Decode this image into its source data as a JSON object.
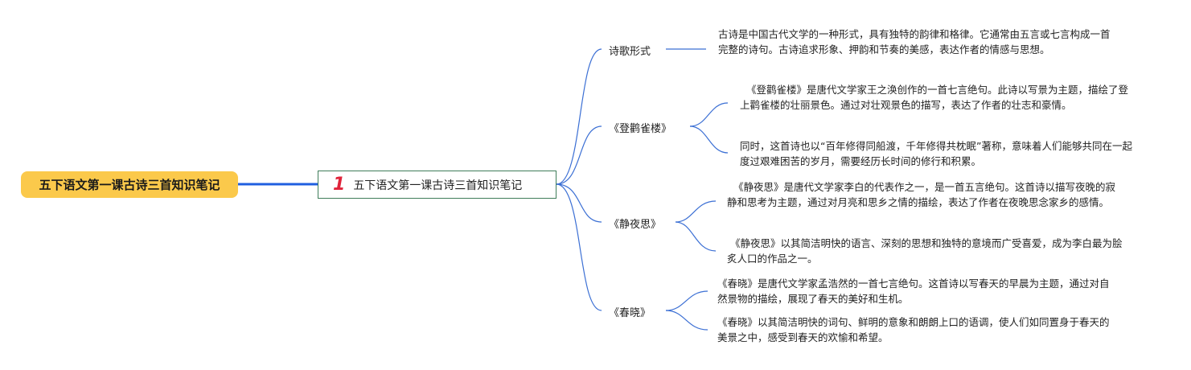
{
  "root": {
    "label": "五下语文第一课古诗三首知识笔记"
  },
  "main": {
    "number": "1",
    "label": "五下语文第一课古诗三首知识笔记"
  },
  "branches": [
    {
      "label": "诗歌形式"
    },
    {
      "label": "《登鹳雀楼》"
    },
    {
      "label": "《静夜思》"
    },
    {
      "label": "《春晓》"
    }
  ],
  "leaves": [
    "古诗是中国古代文学的一种形式，具有独特的韵律和格律。它通常由五言或七言构成一首完整的诗句。古诗追求形象、押韵和节奏的美感，表达作者的情感与思想。",
    "《登鹳雀楼》是唐代文学家王之涣创作的一首七言绝句。此诗以写景为主题，描绘了登上鹳雀楼的壮丽景色。通过对壮观景色的描写，表达了作者的壮志和豪情。",
    "同时，这首诗也以“百年修得同船渡，千年修得共枕眠”著称，意味着人们能够共同在一起度过艰难困苦的岁月，需要经历长时间的修行和积累。",
    "《静夜思》是唐代文学家李白的代表作之一，是一首五言绝句。这首诗以描写夜晚的寂静和思考为主题，通过对月亮和思乡之情的描绘，表达了作者在夜晚思念家乡的感情。",
    "《静夜思》以其简洁明快的语言、深刻的思想和独特的意境而广受喜爱，成为李白最为脍炙人口的作品之一。",
    "《春晓》是唐代文学家孟浩然的一首七言绝句。这首诗以写春天的早晨为主题，通过对自然景物的描绘，展现了春天的美好和生机。",
    "《春晓》以其简洁明快的词句、鲜明的意象和朗朗上口的语调，使人们如同置身于春天的美景之中，感受到春天的欢愉和希望。"
  ],
  "colors": {
    "root_fill": "#fbc94b",
    "main_border": "#3f7d5a",
    "main_number": "#e0243a",
    "connector": "#3b6fd4",
    "root_connector": "#1f5fe0"
  }
}
